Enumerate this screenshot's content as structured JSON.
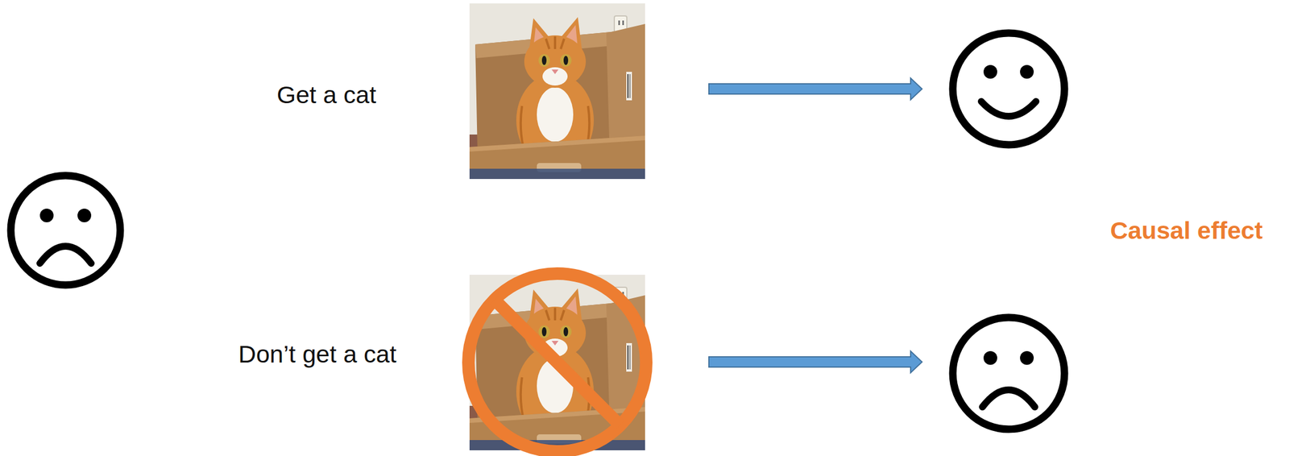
{
  "diagram": {
    "labels": [
      "Get a cat",
      "Don’t get a cat",
      "Causal effect"
    ]
  }
}
